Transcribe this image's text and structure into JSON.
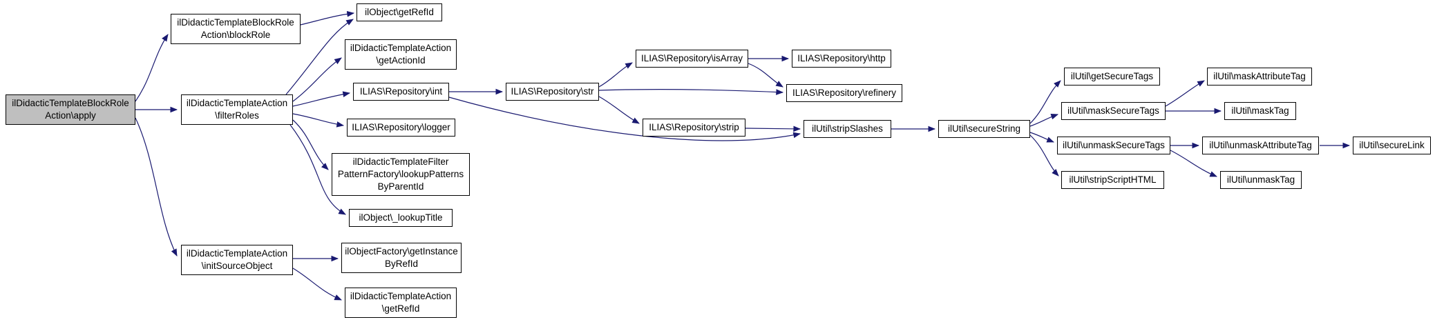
{
  "diagram": {
    "type": "call-graph",
    "edge_color": "#191970",
    "node_border_color": "#000000",
    "node_fill": "#ffffff",
    "highlight_fill": "#bfbfbf",
    "nodes": [
      {
        "id": "apply",
        "label": "ilDidacticTemplateBlockRole\nAction\\apply",
        "highlighted": true
      },
      {
        "id": "block-role",
        "label": "ilDidacticTemplateBlockRole\nAction\\blockRole"
      },
      {
        "id": "object-get-ref-id",
        "label": "ilObject\\getRefId"
      },
      {
        "id": "get-action-id",
        "label": "ilDidacticTemplateAction\n\\getActionId"
      },
      {
        "id": "filter-roles",
        "label": "ilDidacticTemplateAction\n\\filterRoles"
      },
      {
        "id": "repository-int",
        "label": "ILIAS\\Repository\\int"
      },
      {
        "id": "repository-logger",
        "label": "ILIAS\\Repository\\logger"
      },
      {
        "id": "lookup-patterns-by-parent-id",
        "label": "ilDidacticTemplateFilter\nPatternFactory\\lookupPatterns\nByParentId"
      },
      {
        "id": "object-lookup-title",
        "label": "ilObject\\_lookupTitle"
      },
      {
        "id": "init-source-object",
        "label": "ilDidacticTemplateAction\n\\initSourceObject"
      },
      {
        "id": "get-instance-by-ref-id",
        "label": "ilObjectFactory\\getInstance\nByRefId"
      },
      {
        "id": "action-get-ref-id",
        "label": "ilDidacticTemplateAction\n\\getRefId"
      },
      {
        "id": "repository-str",
        "label": "ILIAS\\Repository\\str"
      },
      {
        "id": "repository-is-array",
        "label": "ILIAS\\Repository\\isArray"
      },
      {
        "id": "repository-http",
        "label": "ILIAS\\Repository\\http"
      },
      {
        "id": "repository-refinery",
        "label": "ILIAS\\Repository\\refinery"
      },
      {
        "id": "repository-strip",
        "label": "ILIAS\\Repository\\strip"
      },
      {
        "id": "strip-slashes",
        "label": "ilUtil\\stripSlashes"
      },
      {
        "id": "secure-string",
        "label": "ilUtil\\secureString"
      },
      {
        "id": "get-secure-tags",
        "label": "ilUtil\\getSecureTags"
      },
      {
        "id": "mask-secure-tags",
        "label": "ilUtil\\maskSecureTags"
      },
      {
        "id": "unmask-secure-tags",
        "label": "ilUtil\\unmaskSecureTags"
      },
      {
        "id": "strip-script-html",
        "label": "ilUtil\\stripScriptHTML"
      },
      {
        "id": "mask-attribute-tag",
        "label": "ilUtil\\maskAttributeTag"
      },
      {
        "id": "mask-tag",
        "label": "ilUtil\\maskTag"
      },
      {
        "id": "unmask-attribute-tag",
        "label": "ilUtil\\unmaskAttributeTag"
      },
      {
        "id": "unmask-tag",
        "label": "ilUtil\\unmaskTag"
      },
      {
        "id": "secure-link",
        "label": "ilUtil\\secureLink"
      }
    ],
    "edges": [
      {
        "from": "apply",
        "to": "block-role"
      },
      {
        "from": "apply",
        "to": "filter-roles"
      },
      {
        "from": "apply",
        "to": "init-source-object"
      },
      {
        "from": "block-role",
        "to": "object-get-ref-id"
      },
      {
        "from": "filter-roles",
        "to": "object-get-ref-id"
      },
      {
        "from": "filter-roles",
        "to": "get-action-id"
      },
      {
        "from": "filter-roles",
        "to": "repository-int"
      },
      {
        "from": "filter-roles",
        "to": "repository-logger"
      },
      {
        "from": "filter-roles",
        "to": "lookup-patterns-by-parent-id"
      },
      {
        "from": "filter-roles",
        "to": "object-lookup-title"
      },
      {
        "from": "init-source-object",
        "to": "get-instance-by-ref-id"
      },
      {
        "from": "init-source-object",
        "to": "action-get-ref-id"
      },
      {
        "from": "repository-int",
        "to": "repository-str"
      },
      {
        "from": "repository-int",
        "to": "strip-slashes"
      },
      {
        "from": "repository-str",
        "to": "repository-is-array"
      },
      {
        "from": "repository-str",
        "to": "repository-refinery"
      },
      {
        "from": "repository-str",
        "to": "repository-strip"
      },
      {
        "from": "repository-is-array",
        "to": "repository-http"
      },
      {
        "from": "repository-is-array",
        "to": "repository-refinery"
      },
      {
        "from": "repository-strip",
        "to": "strip-slashes"
      },
      {
        "from": "strip-slashes",
        "to": "secure-string"
      },
      {
        "from": "secure-string",
        "to": "get-secure-tags"
      },
      {
        "from": "secure-string",
        "to": "mask-secure-tags"
      },
      {
        "from": "secure-string",
        "to": "unmask-secure-tags"
      },
      {
        "from": "secure-string",
        "to": "strip-script-html"
      },
      {
        "from": "mask-secure-tags",
        "to": "mask-attribute-tag"
      },
      {
        "from": "mask-secure-tags",
        "to": "mask-tag"
      },
      {
        "from": "unmask-secure-tags",
        "to": "unmask-attribute-tag"
      },
      {
        "from": "unmask-secure-tags",
        "to": "unmask-tag"
      },
      {
        "from": "unmask-attribute-tag",
        "to": "secure-link"
      }
    ]
  }
}
